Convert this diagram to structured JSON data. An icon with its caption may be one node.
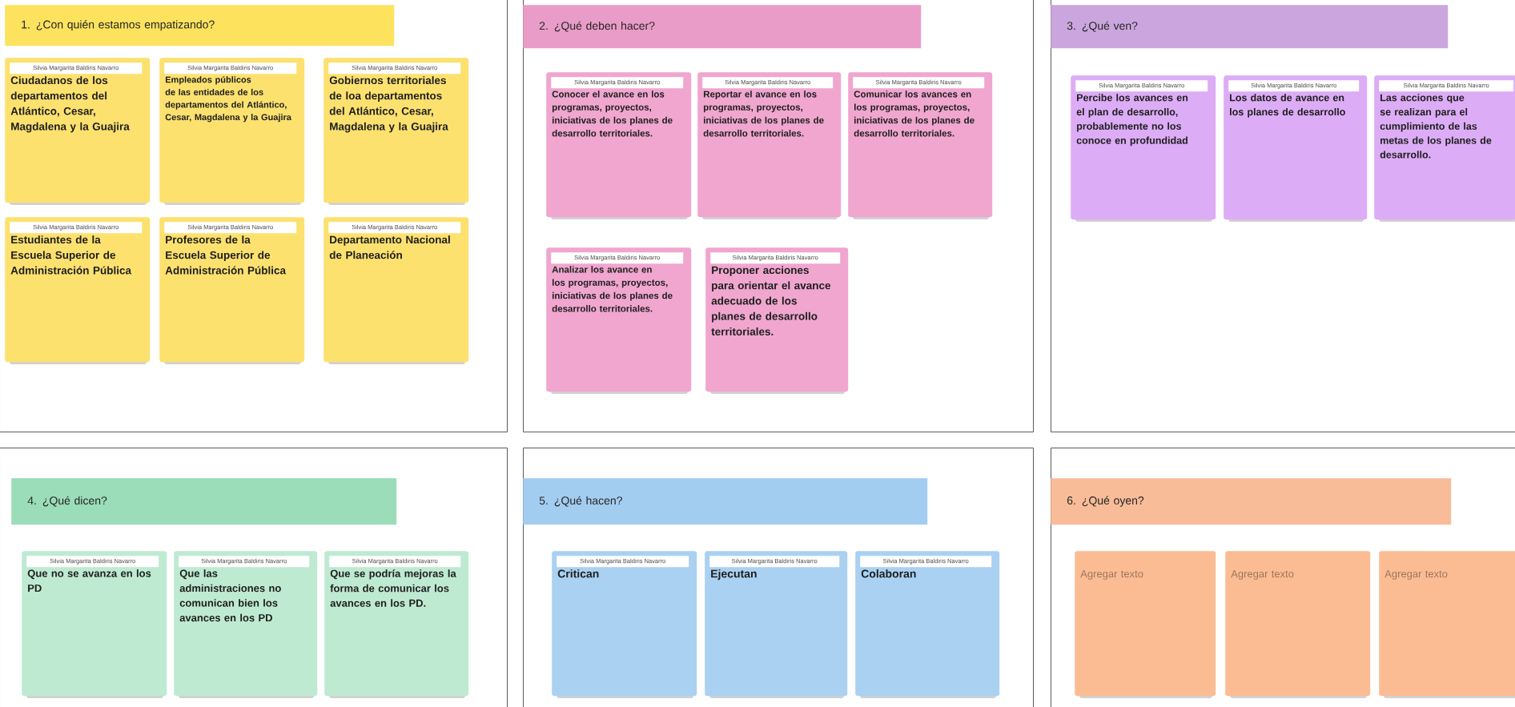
{
  "diagram": {
    "nodes": [
      {
        "text": [
          "1. ¿Con quién estamos empatizando?"
        ]
      },
      {
        "text": [
          "Silvia Margarita Baldiris Navarro",
          "Ciudadanos de los departamentos del Atlántico, Cesar, Magdalena y la Guajira"
        ],
        "in": 0
      },
      {
        "text": [
          "Silvia Margarita Baldiris Navarro",
          "Empleados públicos de las entidades de los departamentos del Atlántico, Cesar, Magdalena y la Guajira"
        ],
        "in": 0
      },
      {
        "text": [
          "Silvia Margarita Baldiris Navarro",
          "Gobiernos territoriales de loa departamentos del Atlántico, Cesar, Magdalena y la Guajira"
        ],
        "in": 0
      },
      {
        "text": [
          "Silvia Margarita Baldiris Navarro",
          "Estudiantes de la Escuela Superior de Administración Pública"
        ],
        "in": 0
      },
      {
        "text": [
          "Silvia Margarita Baldiris Navarro",
          "Profesores de la Escuela Superior de Administración Pública"
        ],
        "in": 0
      },
      {
        "text": [
          "Silvia Margarita Baldiris Navarro",
          "Departamento Nacional de Planeación"
        ],
        "in": 0
      },
      {
        "text": [
          "2. ¿Qué deben hacer?"
        ]
      },
      {
        "text": [
          "Silvia Margarita Baldiris Navarro",
          "Conocer el avance en los programas, proyectos, iniciativas de los planes de desarrollo territoriales."
        ],
        "in": 7
      },
      {
        "text": [
          "Silvia Margarita Baldiris Navarro",
          "Reportar el avance en los programas, proyectos, iniciativas de los planes de desarrollo territoriales."
        ],
        "in": 7
      },
      {
        "text": [
          "Silvia Margarita Baldiris Navarro",
          "Comunicar los avances en los programas, proyectos, iniciativas de los planes de desarrollo territoriales."
        ],
        "in": 7
      },
      {
        "text": [
          "Silvia Margarita Baldiris Navarro",
          "Analizar los avance en los programas, proyectos, iniciativas de los planes de desarrollo territoriales."
        ],
        "in": 7
      },
      {
        "text": [
          "Silvia Margarita Baldiris Navarro",
          "Proponer acciones para orientar el avance adecuado de los planes de desarrollo territoriales."
        ],
        "in": 7
      },
      {
        "text": [
          "3. ¿Qué ven?"
        ]
      },
      {
        "text": [
          "Silvia Margarita Baldiris Navarro",
          "Percibe los avances en el plan de desarrollo, probablemente no los conoce en profundidad"
        ],
        "in": 13
      },
      {
        "text": [
          "Silvia Margarita Baldiris Navarro",
          "Los datos de avance en los planes de desarrollo"
        ],
        "in": 13
      },
      {
        "text": [
          "Silvia Margarita Baldiris Navarro",
          "Las acciones que se realizan para el cumplimiento de las metas de los planes de desarrollo."
        ],
        "in": 13
      },
      {
        "text": [
          "4. ¿Qué dicen?"
        ]
      },
      {
        "text": [
          "Silvia Margarita Baldiris Navarro",
          "Que no se avanza en los PD"
        ],
        "in": 17
      },
      {
        "text": [
          "Silvia Margarita Baldiris Navarro",
          "Que las administraciones no comunican bien los avances en los PD"
        ],
        "in": 17
      },
      {
        "text": [
          "Silvia Margarita Baldiris Navarro",
          "Que se podría mejoras la forma de comunicar los avances en los PD."
        ],
        "in": 17
      },
      {
        "text": [
          "5. ¿Qué hacen?"
        ]
      },
      {
        "text": [
          "Silvia Margarita Baldiris Navarro",
          "Critican"
        ],
        "in": 21
      },
      {
        "text": [
          "Silvia Margarita Baldiris Navarro",
          "Ejecutan"
        ],
        "in": 21
      },
      {
        "text": [
          "Silvia Margarita Baldiris Navarro",
          "Colaboran"
        ],
        "in": 21
      },
      {
        "text": [
          "6. ¿Qué oyen?"
        ]
      },
      {
        "text": [
          "Agregar texto"
        ],
        "in": 25
      },
      {
        "text": [
          "Agregar texto"
        ],
        "in": 25
      },
      {
        "text": [
          "Agregar texto"
        ],
        "in": 25
      }
    ]
  }
}
